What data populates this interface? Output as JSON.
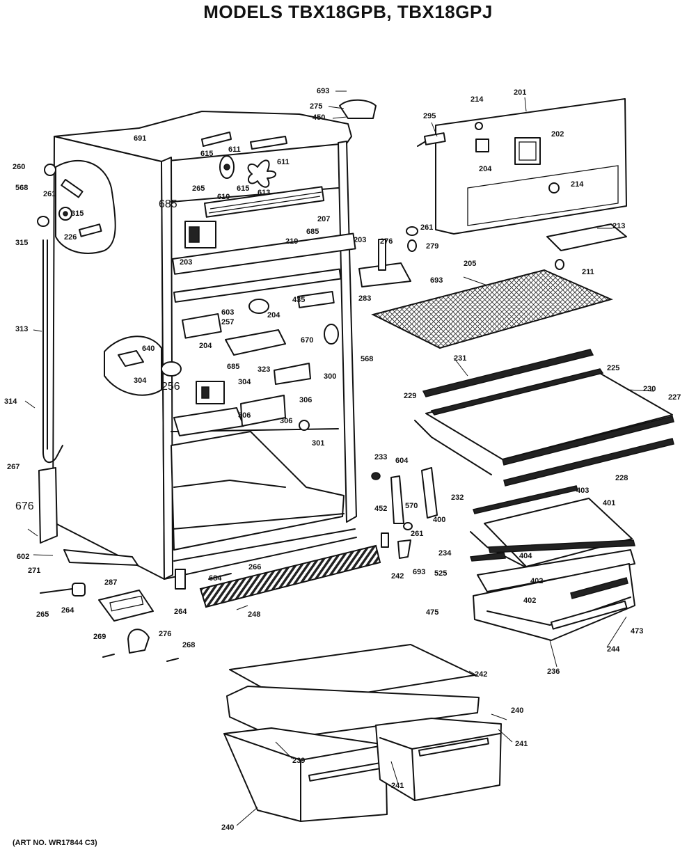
{
  "title": "MODELS TBX18GPB, TBX18GPJ",
  "art_number": "(ART NO. WR17844 C3)",
  "labels": [
    {
      "t": "693"
    },
    {
      "t": "275"
    },
    {
      "t": "450"
    },
    {
      "t": "295"
    },
    {
      "t": "214"
    },
    {
      "t": "201"
    },
    {
      "t": "202"
    },
    {
      "t": "204"
    },
    {
      "t": "214"
    },
    {
      "t": "213"
    },
    {
      "t": "691"
    },
    {
      "t": "260"
    },
    {
      "t": "611"
    },
    {
      "t": "615"
    },
    {
      "t": "611"
    },
    {
      "t": "568"
    },
    {
      "t": "261"
    },
    {
      "t": "265"
    },
    {
      "t": "610"
    },
    {
      "t": "615"
    },
    {
      "t": "613"
    },
    {
      "t": "315"
    },
    {
      "t": "685"
    },
    {
      "t": "315"
    },
    {
      "t": "226"
    },
    {
      "t": "207"
    },
    {
      "t": "685"
    },
    {
      "t": "203"
    },
    {
      "t": "261"
    },
    {
      "t": "276"
    },
    {
      "t": "279"
    },
    {
      "t": "211"
    },
    {
      "t": "219"
    },
    {
      "t": "203"
    },
    {
      "t": "693"
    },
    {
      "t": "283"
    },
    {
      "t": "205"
    },
    {
      "t": "435"
    },
    {
      "t": "603"
    },
    {
      "t": "257"
    },
    {
      "t": "204"
    },
    {
      "t": "313"
    },
    {
      "t": "204"
    },
    {
      "t": "670"
    },
    {
      "t": "640"
    },
    {
      "t": "568"
    },
    {
      "t": "323"
    },
    {
      "t": "300"
    },
    {
      "t": "304"
    },
    {
      "t": "685"
    },
    {
      "t": "304"
    },
    {
      "t": "256"
    },
    {
      "t": "306"
    },
    {
      "t": "306"
    },
    {
      "t": "306"
    },
    {
      "t": "301"
    },
    {
      "t": "314"
    },
    {
      "t": "231"
    },
    {
      "t": "225"
    },
    {
      "t": "230"
    },
    {
      "t": "229"
    },
    {
      "t": "227"
    },
    {
      "t": "228"
    },
    {
      "t": "267"
    },
    {
      "t": "233"
    },
    {
      "t": "604"
    },
    {
      "t": "570"
    },
    {
      "t": "232"
    },
    {
      "t": "403"
    },
    {
      "t": "676"
    },
    {
      "t": "452"
    },
    {
      "t": "401"
    },
    {
      "t": "400"
    },
    {
      "t": "261"
    },
    {
      "t": "602"
    },
    {
      "t": "271"
    },
    {
      "t": "404"
    },
    {
      "t": "234"
    },
    {
      "t": "242"
    },
    {
      "t": "693"
    },
    {
      "t": "525"
    },
    {
      "t": "402"
    },
    {
      "t": "402"
    },
    {
      "t": "684"
    },
    {
      "t": "266"
    },
    {
      "t": "287"
    },
    {
      "t": "475"
    },
    {
      "t": "473"
    },
    {
      "t": "264"
    },
    {
      "t": "265"
    },
    {
      "t": "264"
    },
    {
      "t": "248"
    },
    {
      "t": "244"
    },
    {
      "t": "269"
    },
    {
      "t": "276"
    },
    {
      "t": "268"
    },
    {
      "t": "236"
    },
    {
      "t": "242"
    },
    {
      "t": "240"
    },
    {
      "t": "241"
    },
    {
      "t": "239"
    },
    {
      "t": "241"
    },
    {
      "t": "240"
    }
  ]
}
